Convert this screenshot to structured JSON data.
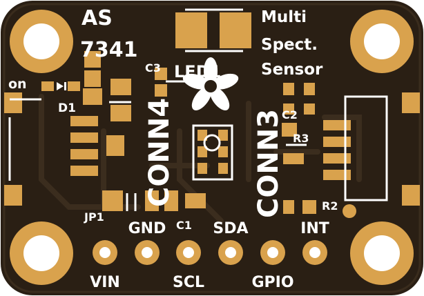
{
  "board": {
    "chip_line1": "AS",
    "chip_line2": "7341",
    "title_line1": "Multi",
    "title_line2": "Spect.",
    "title_line3": "Sensor",
    "led_label": "LED1",
    "on_label": "on",
    "d1_label": "D1",
    "c3_label": "C3",
    "c1_label": "C1",
    "c2_label": "C2",
    "r3_label": "R3",
    "r2_label": "R2",
    "jp1_label": "JP1",
    "conn4_label": "CONN4",
    "conn3_label": "CONN3"
  },
  "pins_top": [
    "GND",
    "SDA",
    "INT"
  ],
  "pins_bottom": [
    "VIN",
    "SCL",
    "GPIO"
  ],
  "colors": {
    "board": "#2a1f14",
    "gold": "#d9a24d",
    "silk": "#ffffff"
  }
}
